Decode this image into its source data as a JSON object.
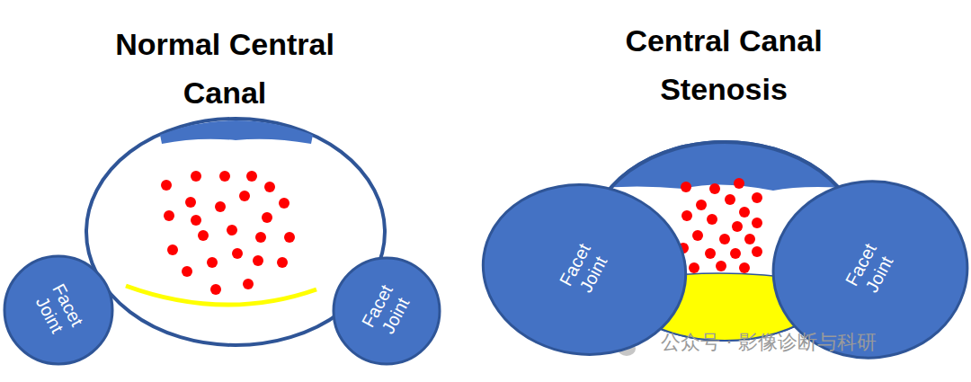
{
  "diagram": {
    "nodes": [
      {
        "text": [
          "Facet Joint"
        ]
      },
      {
        "text": [
          "Facet Joint"
        ]
      },
      {
        "text": [
          "Facet Joint"
        ]
      },
      {
        "text": [
          "Facet Joint"
        ]
      }
    ],
    "labels": [
      "Normal Central Canal",
      "Central Canal Stenosis",
      "公众号 · 影像诊断与科研"
    ]
  }
}
